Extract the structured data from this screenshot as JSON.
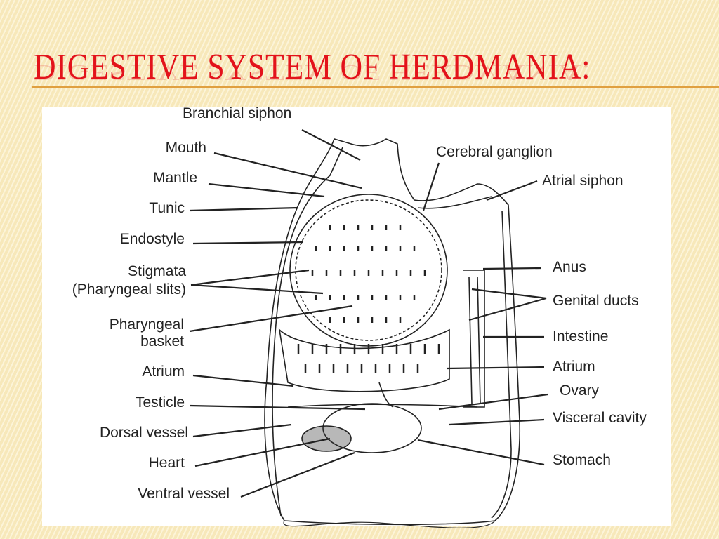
{
  "title": "DIGESTIVE SYSTEM OF HERDMANIA:",
  "diagram": {
    "labels_left": [
      "Branchial siphon",
      "Mouth",
      "Mantle",
      "Tunic",
      "Endostyle",
      "Stigmata",
      "(Pharyngeal slits)",
      "Pharyngeal",
      "basket",
      "Atrium",
      "Testicle",
      "Dorsal vessel",
      "Heart",
      "Ventral vessel"
    ],
    "labels_right": [
      "Cerebral ganglion",
      "Atrial siphon",
      "Anus",
      "Genital ducts",
      "Intestine",
      "Atrium",
      "Ovary",
      "Visceral cavity",
      "Stomach"
    ]
  }
}
